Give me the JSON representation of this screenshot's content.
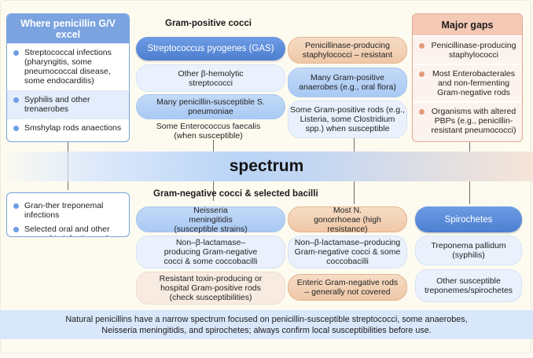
{
  "left_top_panel": {
    "title": "Where penicillin G/V excel",
    "items": [
      "Streptococcal infections (pharyngitis, some pneumococcal disease, some endocarditis)",
      "Syphilis and other trenaerobes",
      "Smshylap rods anaections"
    ]
  },
  "gram_positive": {
    "title": "Gram-positive cocci",
    "col1": [
      "Streptococcus pyogenes (GAS)",
      "Other β-hemolytic streptococci",
      "Many penicillin-susceptible S. pneumoniae",
      "Some Enterococcus faecalis (when susceptible)"
    ],
    "col2": [
      "Penicillinase-producing staphylococci – resistant",
      "Many Gram-positive anaerobes (e.g., oral flora)",
      "Some Gram-positive rods (e.g., Listeria, some Clostridium spp.) when susceptible"
    ]
  },
  "major_gaps": {
    "title": "Major gaps",
    "items": [
      "Penicillinase-producing staphylococci",
      "Most Enterobacterales and non-fermenting Gram-negative rods",
      "Organisms with altered PBPs (e.g., penicillin-resistant pneumococci)"
    ]
  },
  "band_label": "spectrum",
  "left_bottom_panel": {
    "items": [
      "Gran-ther treponemal infections",
      "Selected oral and other anaerobic infections when isolates are susceptible"
    ]
  },
  "gram_negative": {
    "title": "Gram-negative cocci & selected bacilli",
    "col1": [
      "Neisseria meningitidis (susceptible strains)",
      "Non–β-lactamase–producing Gram-negative cocci & some coccobacilli",
      "Resistant toxin-producing or hospital Gram-positive rods (check susceptibilities)"
    ],
    "col2": [
      "Most N. gonorrhoeae (high resistance)",
      "Non–β-lactamase–producing Gram-negative cocci & some coccobacilli",
      "Enteric Gram-negative rods – generally not covered"
    ]
  },
  "spirochetes": {
    "title": "Spirochetes",
    "items": [
      "Treponema pallidum (syphilis)",
      "Other susceptible treponemes/spirochetes"
    ]
  },
  "footer": "Natural penicillins have a narrow spectrum focused on penicillin-susceptible streptococci, some anaerobes, Neisseria meningitidis, and spirochetes; always confirm local susceptibilities before use.",
  "colors": {
    "blue_accent": "#7aa3df",
    "dark_blue_pill": "#5a8bd9",
    "peach_accent": "#efc8a7",
    "band_blue": "#b9d4f6",
    "footer_bg": "#d8e7fa"
  }
}
